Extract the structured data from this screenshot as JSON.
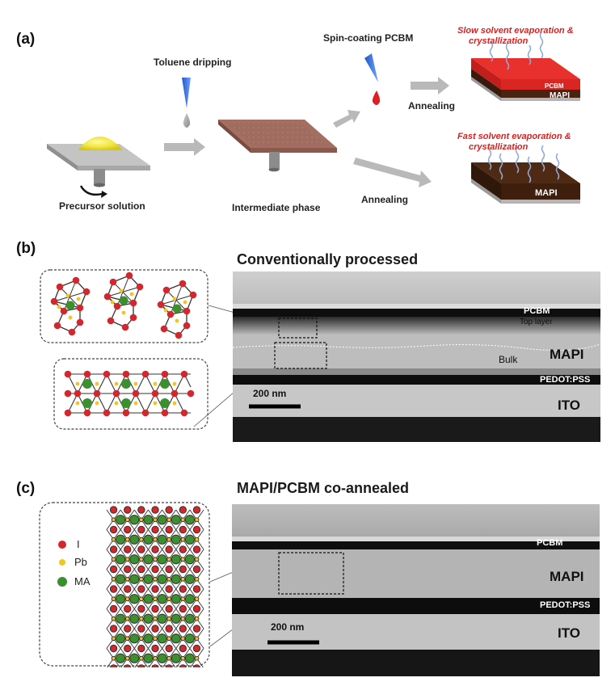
{
  "panel_a": {
    "label": "(a)",
    "precursor": "Precursor solution",
    "toluene": "Toluene dripping",
    "intermediate": "Intermediate phase",
    "spin_coating": "Spin-coating PCBM",
    "annealing_top": "Annealing",
    "annealing_bottom": "Annealing",
    "slow_line1": "Slow solvent evaporation &",
    "slow_line2": "crystallization",
    "fast_line1": "Fast solvent evaporation &",
    "fast_line2": "crystallization",
    "film_top_pcbm": "PCBM",
    "film_top_mapi": "MAPI",
    "film_bottom_mapi": "MAPI"
  },
  "panel_b": {
    "label": "(b)",
    "title": "Conventionally processed",
    "pcbm": "PCBM",
    "top_layer": "Top layer",
    "bulk": "Bulk",
    "mapi": "MAPI",
    "pedot": "PEDOT:PSS",
    "scale": "200 nm",
    "ito": "ITO"
  },
  "panel_c": {
    "label": "(c)",
    "title": "MAPI/PCBM co-annealed",
    "pcbm": "PCBM",
    "mapi": "MAPI",
    "pedot": "PEDOT:PSS",
    "scale": "200 nm",
    "ito": "ITO"
  },
  "legend": {
    "i": "I",
    "pb": "Pb",
    "ma": "MA"
  },
  "colors": {
    "iodide": "#d3262d",
    "lead": "#f2c522",
    "ma": "#3c8f2f",
    "arrow": "#b9b9b9",
    "pcbm_red": "#e02a2a",
    "mapi_brown": "#4a2412",
    "highlight_red": "#e01e1e"
  }
}
